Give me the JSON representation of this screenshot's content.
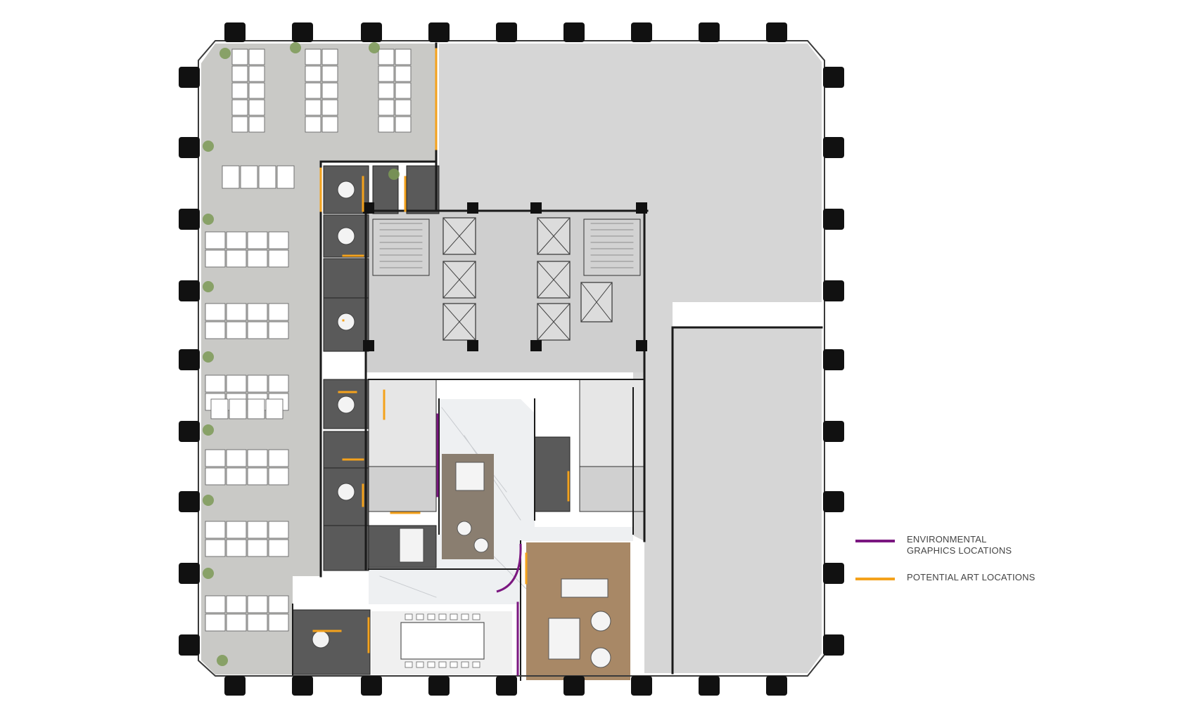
{
  "colors": {
    "environmental_graphics": "#7b1780",
    "potential_art": "#f4a21c",
    "column": "#111111",
    "wall": "#1a1a1a",
    "open_office_floor": "#c9c9c6",
    "tenant_shell": "#d6d6d6",
    "core": "#cfcfcf",
    "carpet_dark": "#5a5a5a",
    "marble": "#eef0f2",
    "wood_floor": "#a88866",
    "lobby_carpet": "#8a7e70",
    "desk": "#ffffff",
    "planter": "#7d9a56"
  },
  "legend": {
    "items": [
      {
        "label": "ENVIRONMENTAL\nGRAPHICS LOCATIONS",
        "color_key": "environmental_graphics"
      },
      {
        "label": "POTENTIAL ART LOCATIONS",
        "color_key": "potential_art"
      }
    ]
  }
}
